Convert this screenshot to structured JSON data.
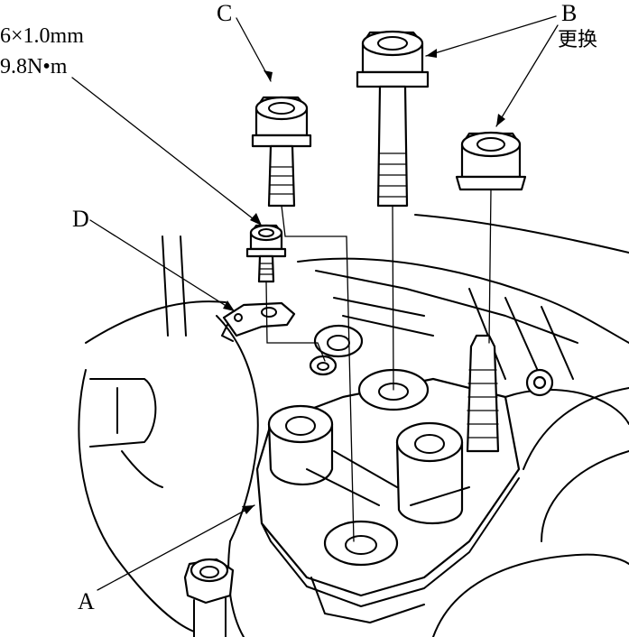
{
  "labels": {
    "spec_size": "6×1.0mm",
    "spec_torque": "9.8N•m",
    "c": "C",
    "b": "B",
    "b_note": "更换",
    "d": "D",
    "a": "A"
  },
  "colors": {
    "ink": "#000000",
    "paper": "#ffffff"
  }
}
